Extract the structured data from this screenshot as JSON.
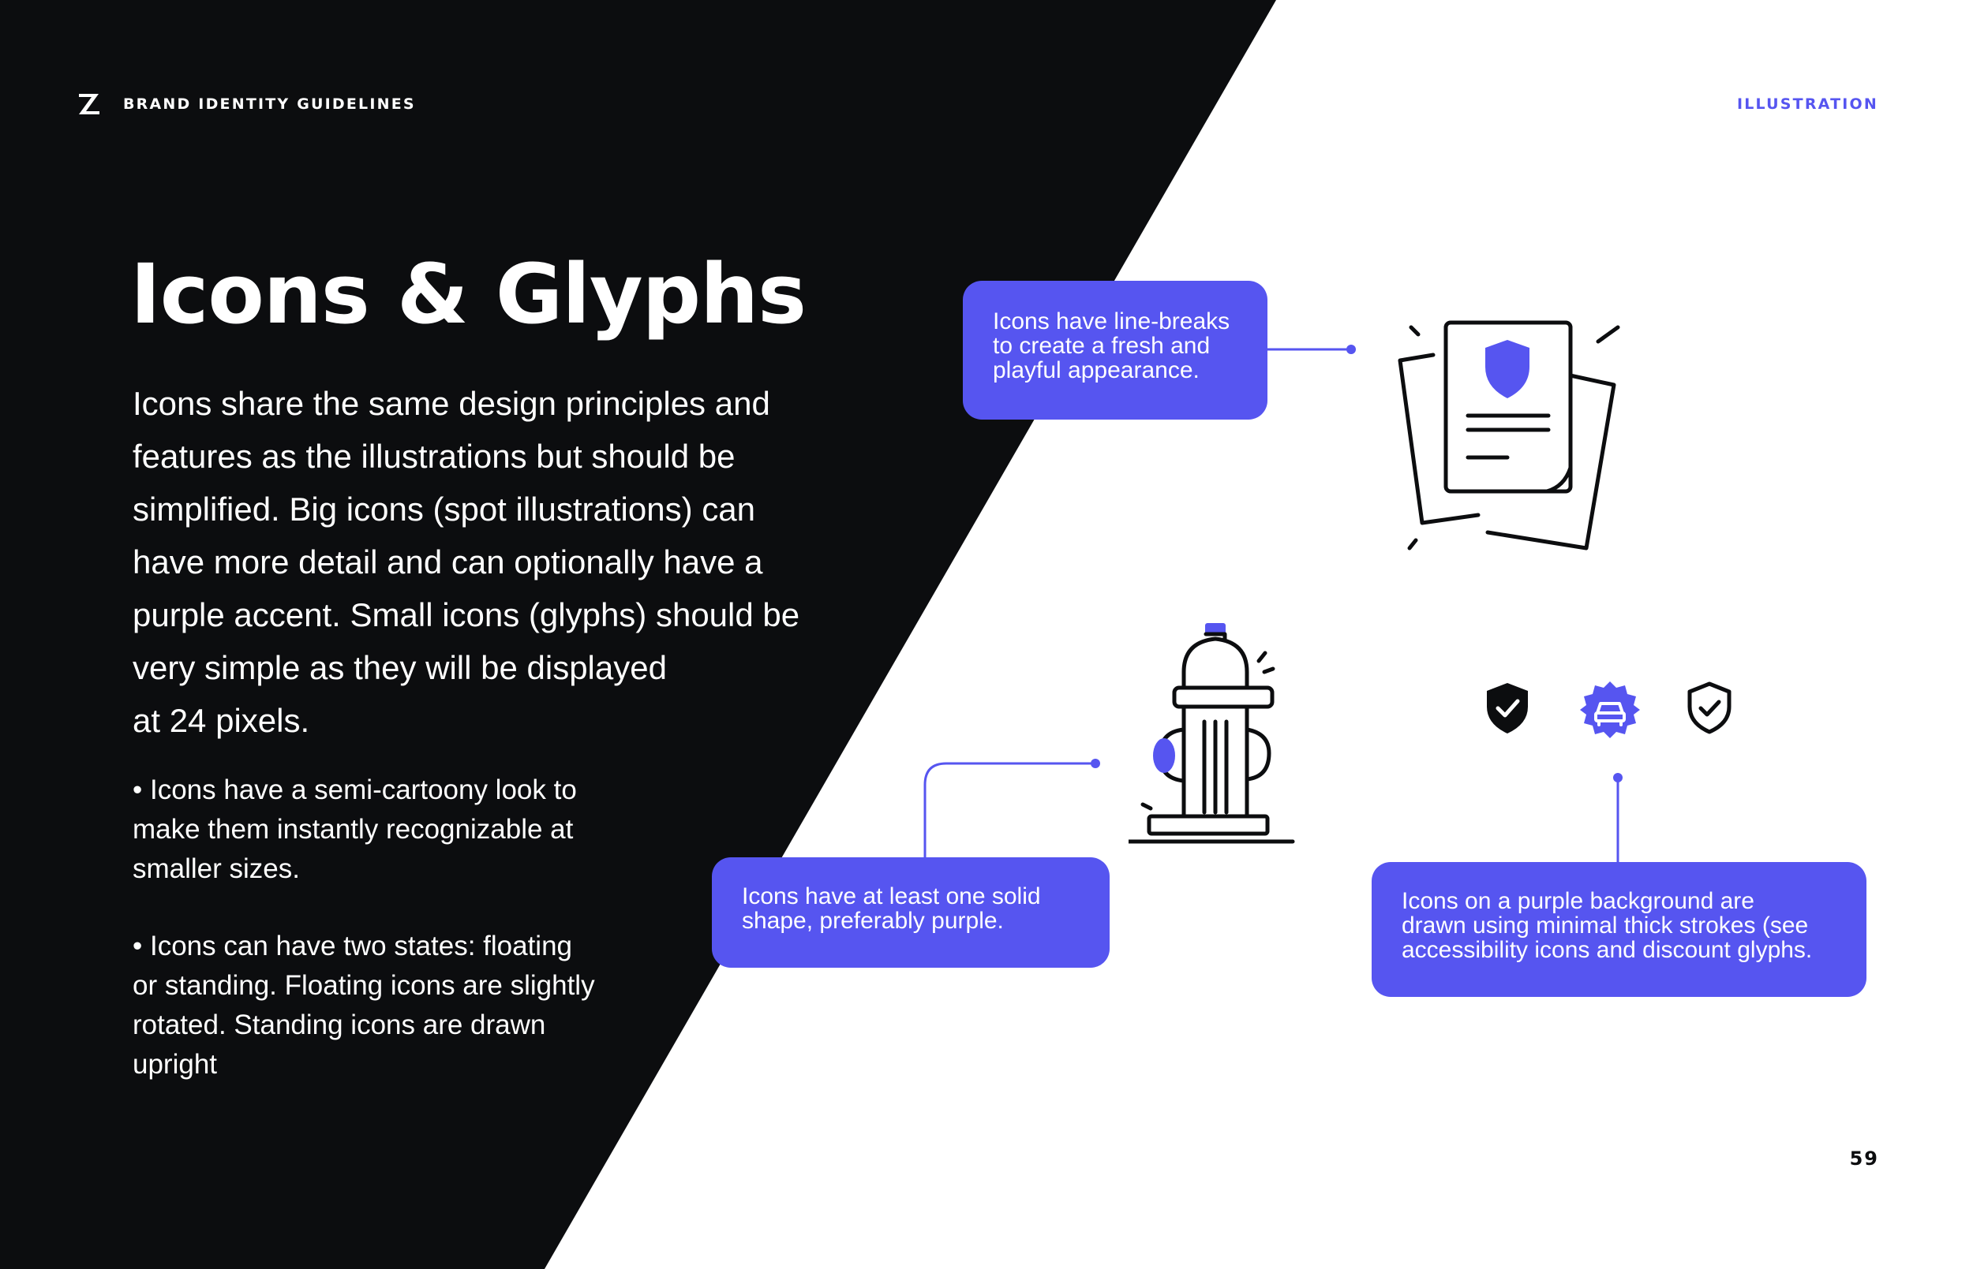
{
  "header": {
    "brand_title": "BRAND IDENTITY GUIDELINES",
    "section_label": "ILLUSTRATION"
  },
  "main": {
    "title": "Icons & Glyphs",
    "intro_lines": [
      "Icons share the same design principles and",
      "features as the illustrations but should be",
      "simplified. Big icons (spot illustrations) can",
      "have more detail and can optionally have a",
      "purple accent. Small icons (glyphs) should be",
      "very simple as they will be displayed",
      "at 24 pixels."
    ],
    "bullets": [
      {
        "lines": [
          "• Icons have a semi-cartoony look to",
          "make them instantly recognizable at",
          "smaller sizes."
        ]
      },
      {
        "lines": [
          "• Icons can have two states: floating",
          "or standing. Floating icons are slightly",
          "rotated. Standing icons are drawn",
          "upright"
        ]
      }
    ]
  },
  "callouts": [
    {
      "lines": [
        "Icons have line-breaks",
        "to create a fresh and",
        "playful appearance."
      ]
    },
    {
      "lines": [
        "Icons have at least one solid",
        "shape, preferably purple."
      ]
    },
    {
      "lines": [
        "Icons on a purple background are",
        "drawn using minimal thick strokes (see",
        "accessibility icons and discount glyphs."
      ]
    }
  ],
  "illustrations": {
    "document_icon": "document-shield-icon",
    "hydrant_icon": "fire-hydrant-icon",
    "glyphs": [
      "shield-check-solid-icon",
      "car-badge-icon",
      "shield-check-outline-icon"
    ]
  },
  "colors": {
    "accent": "#5655f0",
    "dark": "#0c0d0f",
    "light": "#ffffff"
  },
  "page_number": "59"
}
